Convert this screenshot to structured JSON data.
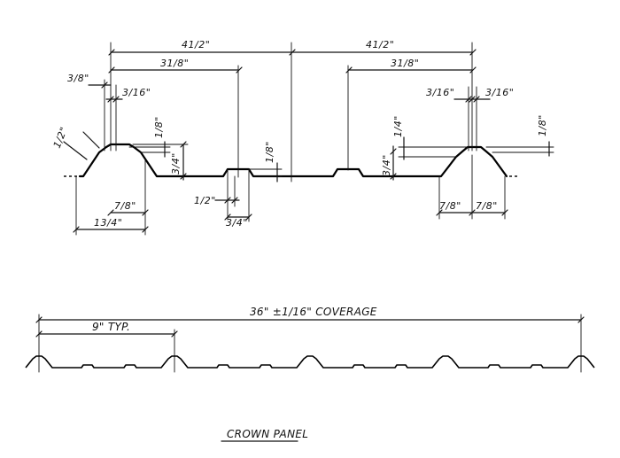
{
  "top_detail": {
    "dim_left_half": "41/2\"",
    "dim_right_half": "41/2\"",
    "dim_left_318": "31/8\"",
    "dim_right_318": "31/8\"",
    "dim_left_38": "3/8\"",
    "dim_left_316": "3/16\"",
    "dim_left_12_slope": "1/2\"",
    "dim_left_18": "1/8\"",
    "dim_left_34_height": "3/4\"",
    "dim_center_18": "1/8\"",
    "dim_center_12": "1/2\"",
    "dim_center_34": "3/4\"",
    "dim_left_78": "7/8\"",
    "dim_left_134": "13/4\"",
    "dim_right_316_a": "3/16\"",
    "dim_right_316_b": "3/16\"",
    "dim_right_14": "1/4\"",
    "dim_right_18": "1/8\"",
    "dim_right_34_height": "3/4\"",
    "dim_right_78_a": "7/8\"",
    "dim_right_78_b": "7/8\""
  },
  "bottom_detail": {
    "coverage_label": "36\" ±1/16\" COVERAGE",
    "typical_label": "9\" TYP."
  },
  "title": "CROWN PANEL"
}
